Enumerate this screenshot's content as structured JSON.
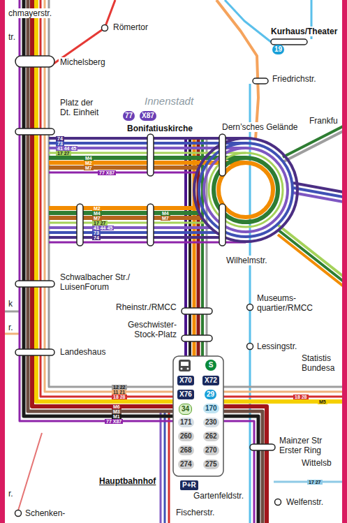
{
  "diagram": {
    "nodes": [
      {
        "text": [
          "19"
        ]
      },
      {
        "text": [
          "77"
        ]
      },
      {
        "text": [
          "X87"
        ]
      },
      {
        "text": [
          "S"
        ]
      },
      {
        "text": [
          "X70"
        ]
      },
      {
        "text": [
          "X72"
        ]
      },
      {
        "text": [
          "X76"
        ]
      },
      {
        "text": [
          "29"
        ]
      },
      {
        "text": [
          "34"
        ]
      },
      {
        "text": [
          "170"
        ]
      },
      {
        "text": [
          "171"
        ]
      },
      {
        "text": [
          "230"
        ]
      },
      {
        "text": [
          "260"
        ]
      },
      {
        "text": [
          "262"
        ]
      },
      {
        "text": [
          "268"
        ]
      },
      {
        "text": [
          "270"
        ]
      },
      {
        "text": [
          "274"
        ]
      },
      {
        "text": [
          "275"
        ]
      },
      {
        "text": [
          "P+R"
        ]
      }
    ],
    "labels": [
      "chmayerstr.",
      "Römertor",
      "tr.",
      "Kurhaus/Theater",
      "Michelsberg",
      "Friedrichstr.",
      "Innenstadt",
      "Platz der Dt. Einheit",
      "Bonifatiuskirche",
      "Dern’sches Gelände",
      "Frankfu",
      "74",
      "73",
      "41 44 45",
      "17 27",
      "M4",
      "M2",
      "M7",
      "77 X87",
      "M2",
      "M4",
      "M7",
      "17 27",
      "41 44 45",
      "73",
      "74",
      "M4",
      "M7",
      "Schwalbacher Str./ LuisenForum",
      "Wilhelmstr.",
      "k",
      "Rheinstr./RMCC",
      "Museums- quartier/RMCC",
      "r.",
      "Geschwister- Stock-Platz",
      "Lessingstr.",
      "Landeshaus",
      "Statistis Bundesa",
      "12 22",
      "11 21",
      "18 28",
      "18 28",
      "M5",
      "M6",
      "M3",
      "M1",
      "77 X87",
      "Mainzer Str Erster Ring",
      "Wittelsb",
      "Hauptbahnhof",
      "17 27",
      "Gartenfeldstr.",
      "r.",
      "Welfenstr.",
      "Schenken-",
      "Fischerstr."
    ]
  }
}
